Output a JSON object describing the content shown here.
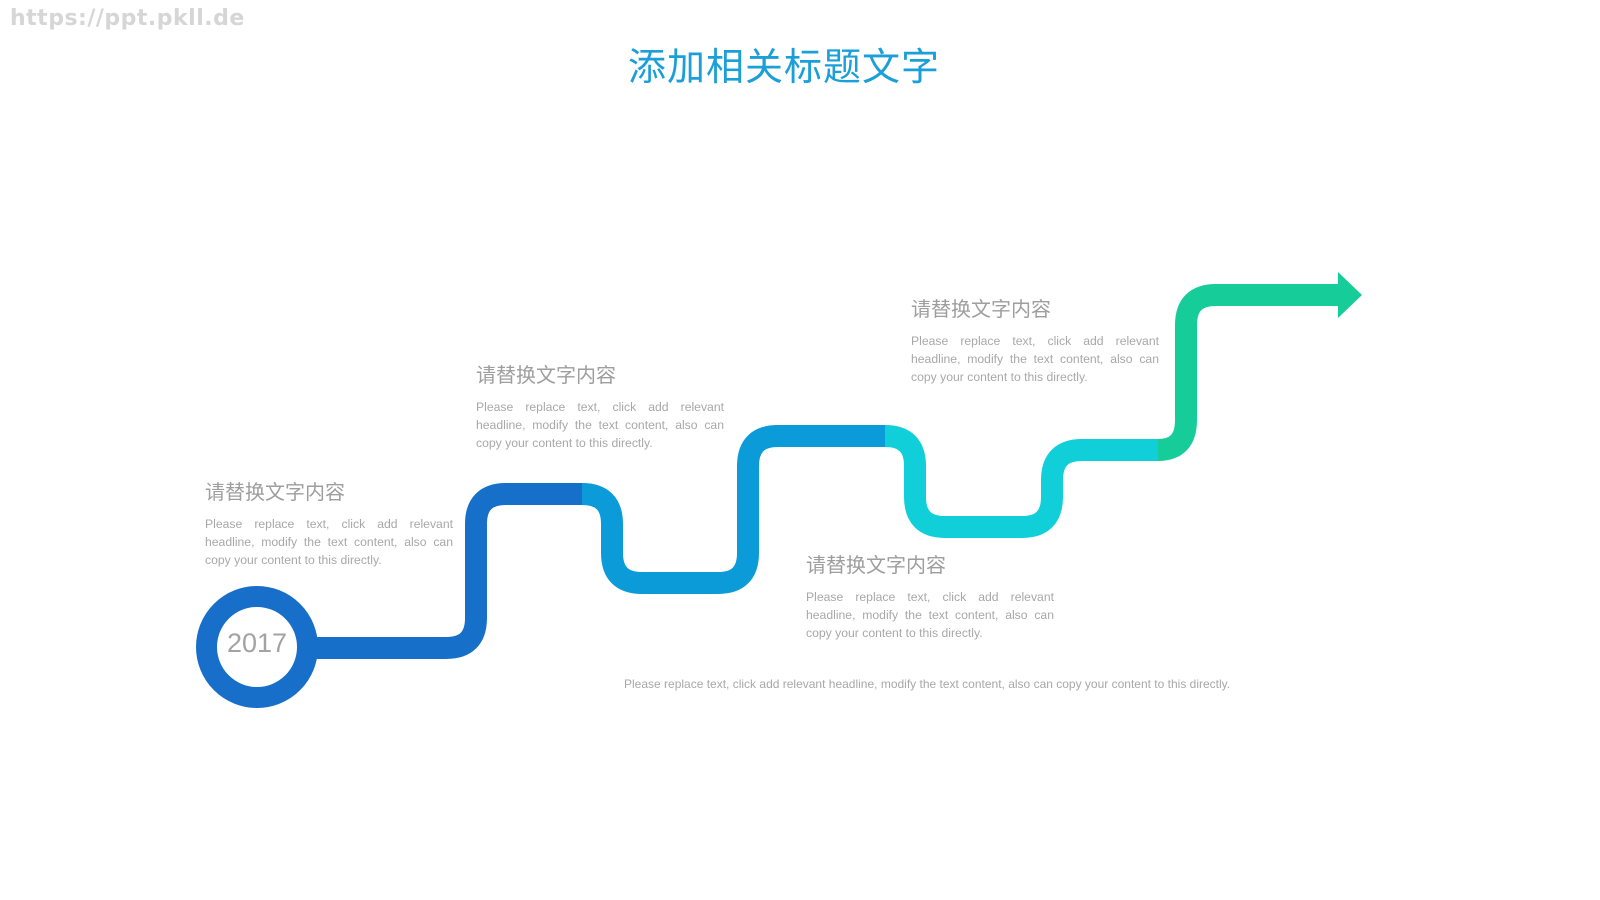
{
  "watermark": "https://ppt.pkll.de",
  "title": "添加相关标题文字",
  "start_marker": {
    "year": "2017",
    "color": "#1a6fc9"
  },
  "path_segments": [
    {
      "name": "segment-1",
      "color": "#166fc9"
    },
    {
      "name": "segment-2",
      "color": "#0a9bd8"
    },
    {
      "name": "segment-3",
      "color": "#10cfd8"
    },
    {
      "name": "segment-4",
      "color": "#16cc98"
    }
  ],
  "milestones": [
    {
      "heading": "请替换文字内容",
      "body": "Please replace text, click add relevant headline, modify the text content, also can copy your content to this directly."
    },
    {
      "heading": "请替换文字内容",
      "body": "Please replace text, click add relevant headline, modify the text content, also can copy your content to this directly."
    },
    {
      "heading": "请替换文字内容",
      "body": "Please replace text, click add relevant headline, modify the text content, also can copy your content to this directly."
    },
    {
      "heading": "请替换文字内容",
      "body": "Please replace text, click add relevant headline, modify the text content, also can copy your content to this directly."
    }
  ],
  "footnote": "Please replace text, click add relevant headline, modify the text content, also can copy your content to this directly."
}
